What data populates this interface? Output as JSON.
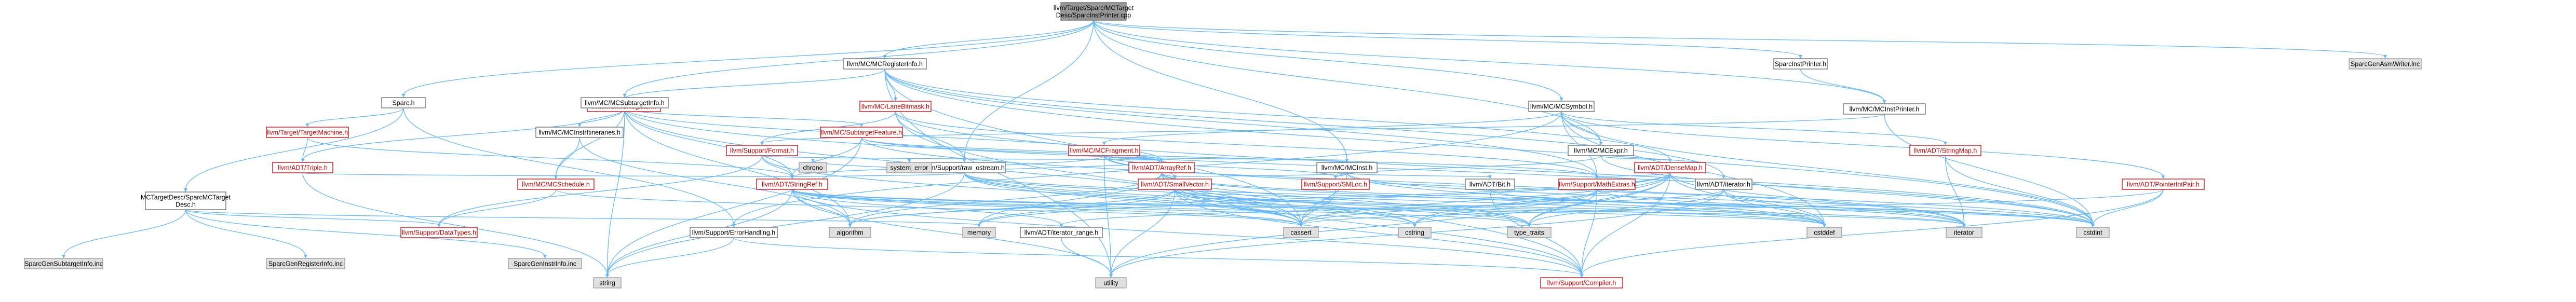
{
  "colors": {
    "edge": "#63b8ff",
    "root_fill": "#999999",
    "root_border": "#666666",
    "normal_fill": "#ffffff",
    "normal_border": "#666666",
    "linked_text": "#cc0000",
    "linked_border": "#cc0000",
    "external_fill": "#e0e0e0",
    "external_border": "#999999",
    "text": "#000000"
  },
  "nodes": {
    "root": [
      "llvm/Target/Sparc/MCTarget",
      "Desc/SparcInstPrinter.cpp"
    ],
    "sparcinstprinter_h": [
      "SparcInstPrinter.h"
    ],
    "sparcgenasmwriter": [
      "SparcGenAsmWriter.inc"
    ],
    "mcregisterinfo": [
      "llvm/MC/MCRegisterInfo.h"
    ],
    "mcinstprinter": [
      "llvm/MC/MCInstPrinter.h"
    ],
    "mcregister": [
      "llvm/MC/MCRegister.h"
    ],
    "lanebitmask": [
      "llvm/MC/LaneBitmask.h"
    ],
    "mcsymbol": [
      "llvm/MC/MCSymbol.h"
    ],
    "sparc_h": [
      "Sparc.h"
    ],
    "mcsubtargetinfo": [
      "llvm/MC/MCSubtargetInfo.h"
    ],
    "formatsupport": [
      "llvm/Support/Format.h"
    ],
    "mcfragment": [
      "llvm/MC/MCFragment.h"
    ],
    "mcexpr": [
      "llvm/MC/MCExpr.h"
    ],
    "stringmap": [
      "llvm/ADT/StringMap.h"
    ],
    "targetmachine": [
      "llvm/Target/TargetMachine.h"
    ],
    "mcinstrinineraries": [
      "llvm/MC/MCInstrItineraries.h"
    ],
    "subtargetfeature": [
      "llvm/MC/SubtargetFeature.h"
    ],
    "raw_ostream": [
      "llvm/Support/raw_ostream.h"
    ],
    "arrayref": [
      "llvm/ADT/ArrayRef.h"
    ],
    "mcinst": [
      "llvm/MC/MCInst.h"
    ],
    "densemap": [
      "llvm/ADT/DenseMap.h"
    ],
    "mctargetdesc": [
      "MCTargetDesc/SparcMCTarget",
      "Desc.h"
    ],
    "triple": [
      "llvm/ADT/Triple.h"
    ],
    "mcschedule": [
      "llvm/MC/MCSchedule.h"
    ],
    "stringref": [
      "llvm/ADT/StringRef.h"
    ],
    "smallvector": [
      "llvm/ADT/SmallVector.h"
    ],
    "smloc": [
      "llvm/Support/SMLoc.h"
    ],
    "bitmaskenum": [
      "llvm/ADT/Bit.h"
    ],
    "mathextras": [
      "llvm/Support/MathExtras.h"
    ],
    "iterator_h": [
      "llvm/ADT/iterator.h"
    ],
    "pointerintpair": [
      "llvm/ADT/PointerIntPair.h"
    ],
    "chrono": [
      "chrono"
    ],
    "system_error": [
      "system_error"
    ],
    "errorhandling": [
      "llvm/Support/ErrorHandling.h"
    ],
    "iterator_range": [
      "llvm/ADT/iterator_range.h"
    ],
    "datatypes": [
      "llvm/Support/DataTypes.h"
    ],
    "compiler": [
      "llvm/Support/Compiler.h"
    ],
    "sparcgensubtargetinfo": [
      "SparcGenSubtargetInfo.inc"
    ],
    "sparcgenregisterinfo": [
      "SparcGenRegisterInfo.inc"
    ],
    "sparcgeninstrinfo": [
      "SparcGenInstrInfo.inc"
    ],
    "string": [
      "string"
    ],
    "algorithm": [
      "algorithm"
    ],
    "memory": [
      "memory"
    ],
    "cassert": [
      "cassert"
    ],
    "cstring": [
      "cstring"
    ],
    "type_traits": [
      "type_traits"
    ],
    "cstddef": [
      "cstddef"
    ],
    "iterator_std": [
      "iterator"
    ],
    "cstdint": [
      "cstdint"
    ],
    "utility": [
      "utility"
    ]
  }
}
